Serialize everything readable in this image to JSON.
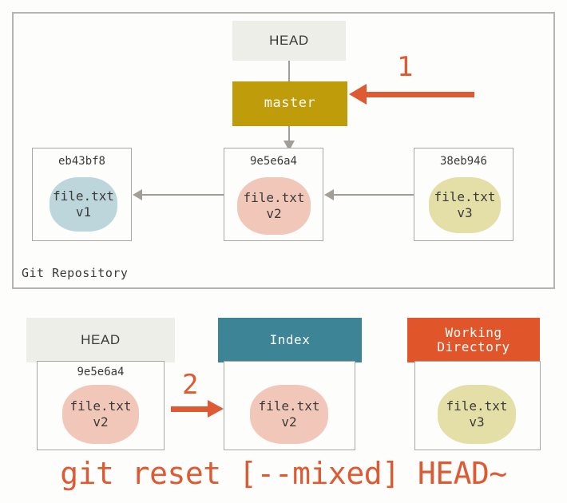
{
  "diagram": {
    "title": "git reset [--mixed] HEAD~",
    "background_color": "#fdfdfb"
  },
  "repository": {
    "label": "Git Repository",
    "border_color": "#b6b4ad"
  },
  "refs": {
    "head_label": "HEAD",
    "head_color": "#eeeee9",
    "branch_label": "master",
    "branch_color": "#bf9c0a"
  },
  "commits": [
    {
      "hash": "eb43bf8",
      "file": "file.txt",
      "version": "v1",
      "color": "#bdd6dc"
    },
    {
      "hash": "9e5e6a4",
      "file": "file.txt",
      "version": "v2",
      "color": "#f1c7b9"
    },
    {
      "hash": "38eb946",
      "file": "file.txt",
      "version": "v3",
      "color": "#e4dea7"
    }
  ],
  "trees": {
    "head": {
      "title": "HEAD",
      "title_color": "#eeeee9",
      "hash": "9e5e6a4",
      "file": "file.txt",
      "version": "v2",
      "blob_color": "#f1c7b9"
    },
    "index": {
      "title": "Index",
      "title_color": "#3d8497",
      "file": "file.txt",
      "version": "v2",
      "blob_color": "#f1c7b9"
    },
    "working_directory": {
      "title_line1": "Working",
      "title_line2": "Directory",
      "title_color": "#e0562a",
      "file": "file.txt",
      "version": "v3",
      "blob_color": "#e4dea7"
    }
  },
  "steps": [
    {
      "number": "1",
      "color": "#dd5a33",
      "direction": "left"
    },
    {
      "number": "2",
      "color": "#dd5a33",
      "direction": "right"
    }
  ],
  "command": "git reset [--mixed] HEAD~"
}
